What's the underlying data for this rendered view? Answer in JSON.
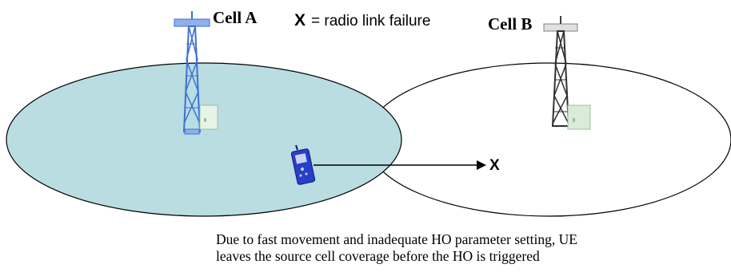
{
  "cells": {
    "a": {
      "label": "Cell A",
      "fill_color": "#b9dde0",
      "tower_color": "#3b6fd9"
    },
    "b": {
      "label": "Cell B",
      "fill_color": "#ffffff",
      "tower_color": "#404040"
    }
  },
  "legend": {
    "symbol": "X",
    "text": "= radio link failure"
  },
  "failure_marker": "X",
  "caption": {
    "line1": "Due to fast movement and inadequate HO parameter setting, UE",
    "line2": "leaves the source cell coverage before the HO is triggered"
  }
}
